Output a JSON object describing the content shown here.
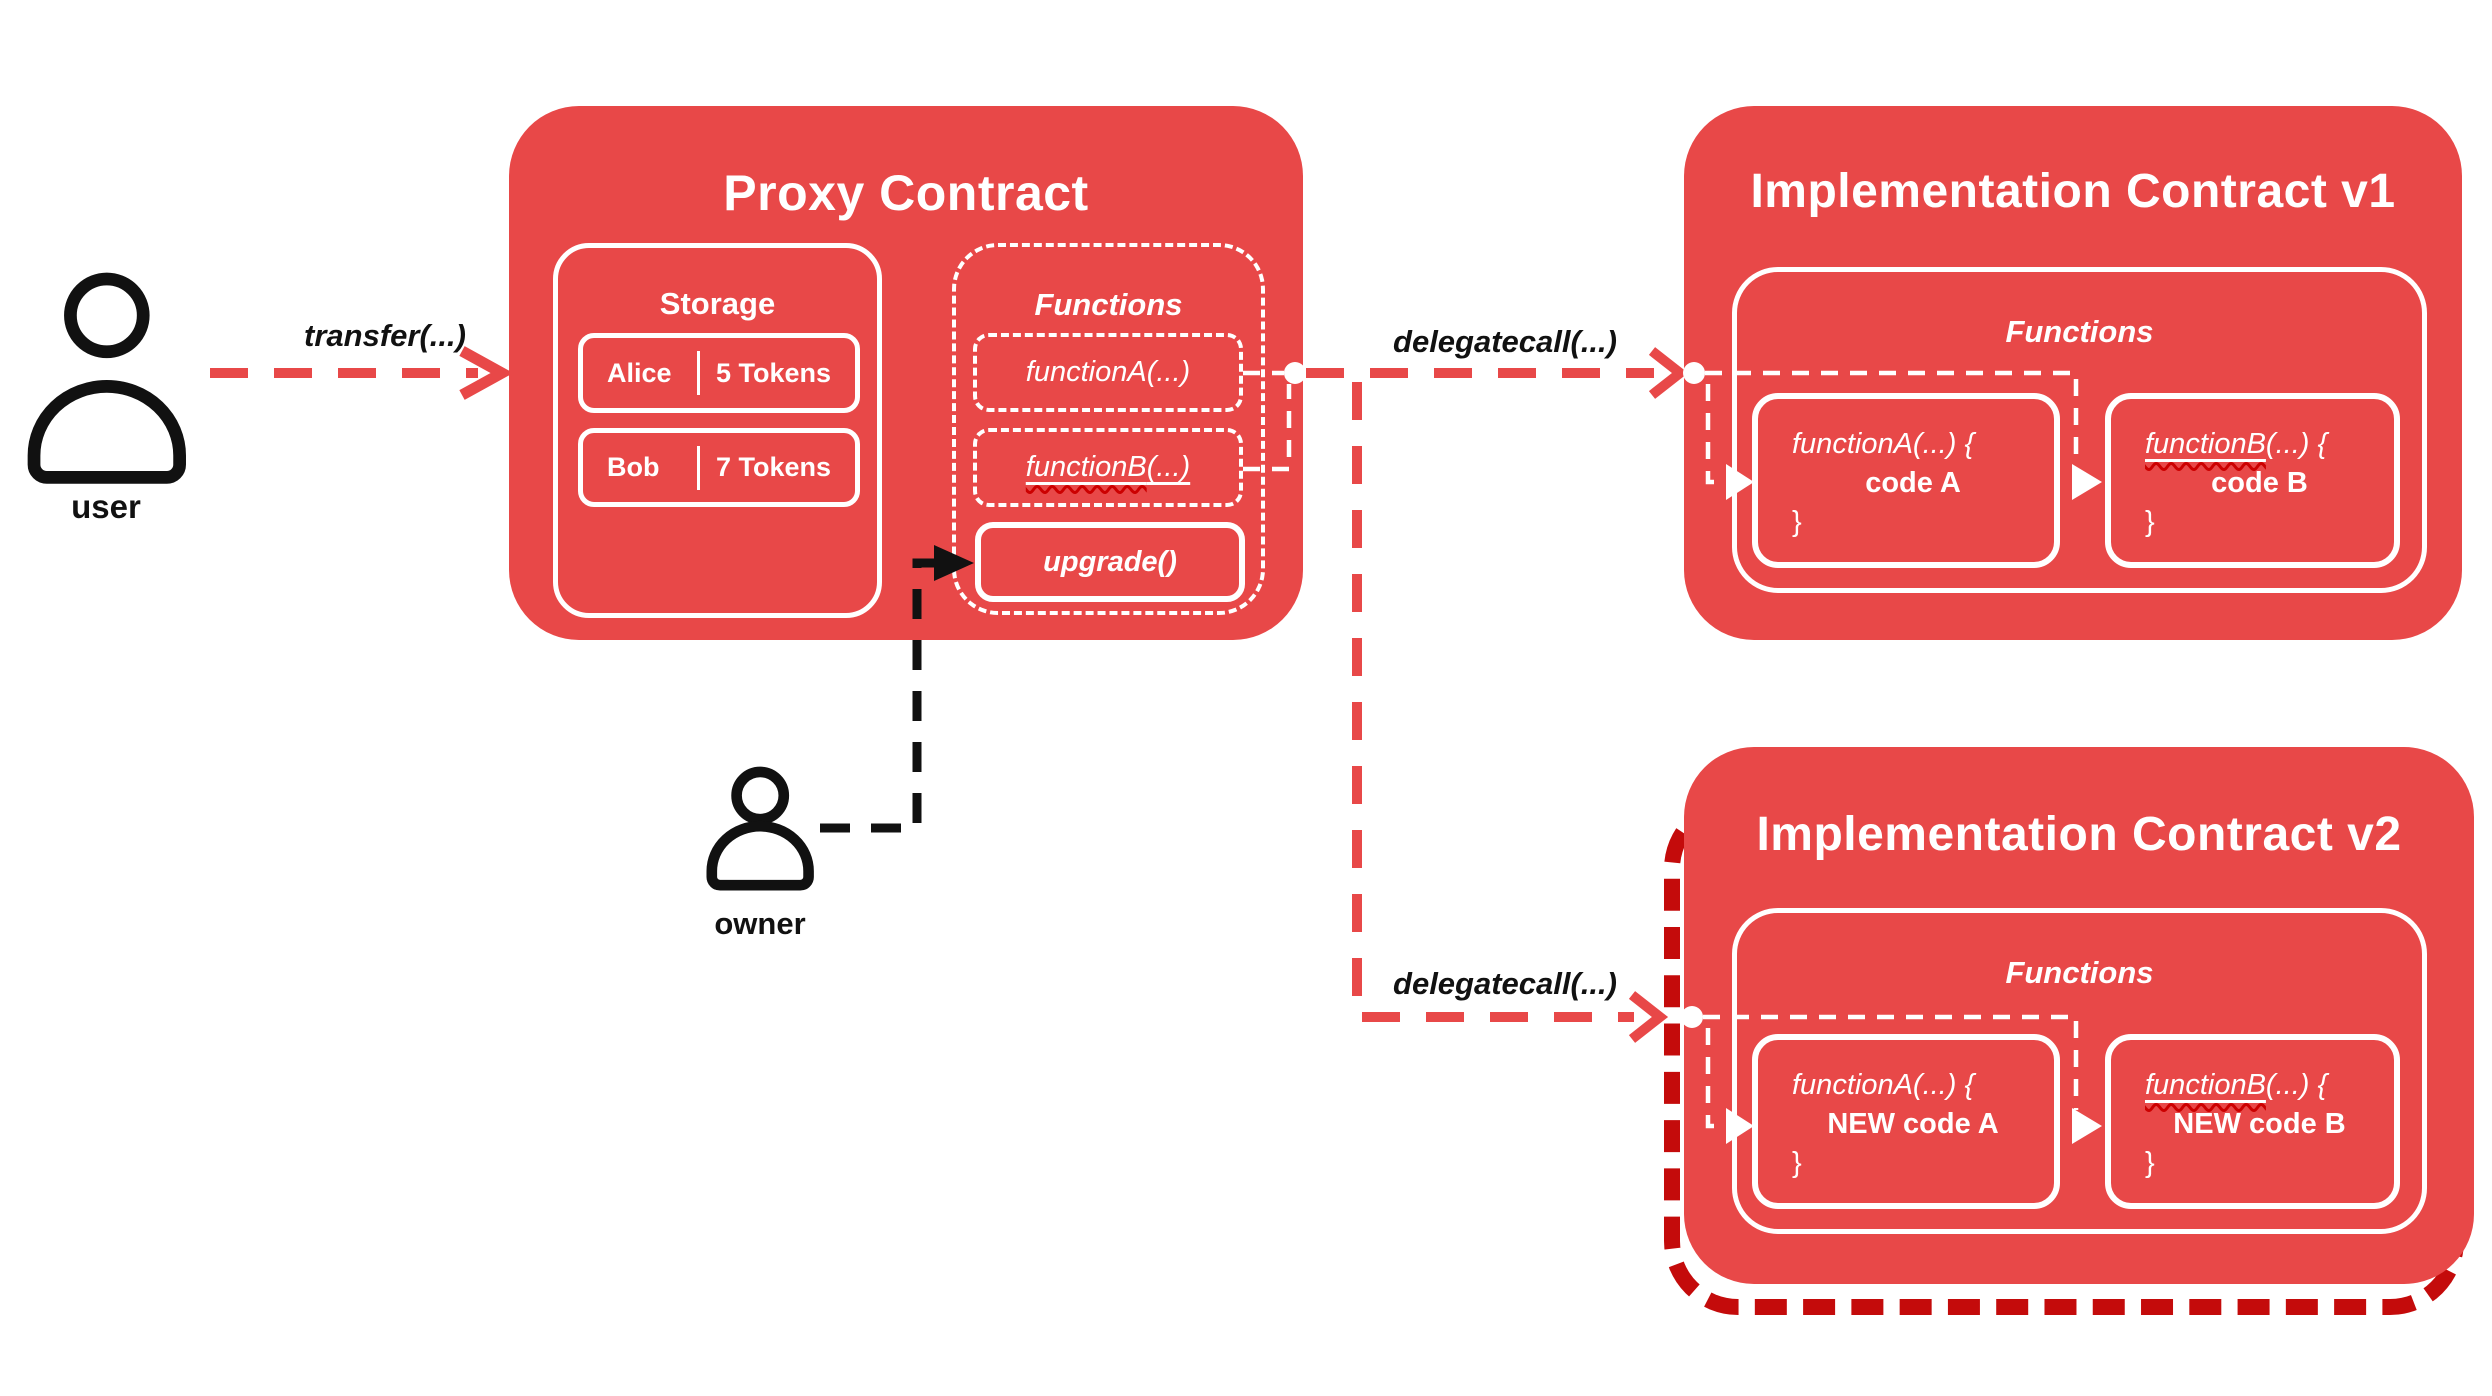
{
  "colors": {
    "contract_red": "#E84848",
    "highlight_dark_red": "#C40B0B",
    "arrow_red": "#E84848",
    "text_black": "#111111",
    "squiggle_red": "#CC0000",
    "white": "#FFFFFF"
  },
  "labels": {
    "user": "user",
    "owner": "owner",
    "transfer": "transfer(...)",
    "delegatecall_v1": "delegatecall(...)",
    "delegatecall_v2": "delegatecall(...)"
  },
  "proxy": {
    "title": "Proxy Contract",
    "storage_title": "Storage",
    "rows": [
      {
        "name": "Alice",
        "tokens": "5 Tokens"
      },
      {
        "name": "Bob",
        "tokens": "7 Tokens"
      }
    ],
    "functions_title": "Functions",
    "functionA": "functionA(...)",
    "functionB_name": "functionB",
    "functionB_rest": "(...)",
    "upgrade": "upgrade()"
  },
  "v1": {
    "title": "Implementation Contract v1",
    "functions_title": "Functions",
    "fa_sig": "functionA(...) {",
    "fa_body": "code A",
    "fa_close": "}",
    "fb_name": "functionB",
    "fb_rest": "(...) {",
    "fb_body": "code B",
    "fb_close": "}"
  },
  "v2": {
    "title": "Implementation Contract v2",
    "functions_title": "Functions",
    "fa_sig": "functionA(...) {",
    "fa_body": "NEW code A",
    "fa_close": "}",
    "fb_name": "functionB",
    "fb_rest": "(...) {",
    "fb_body": "NEW code B",
    "fb_close": "}"
  }
}
